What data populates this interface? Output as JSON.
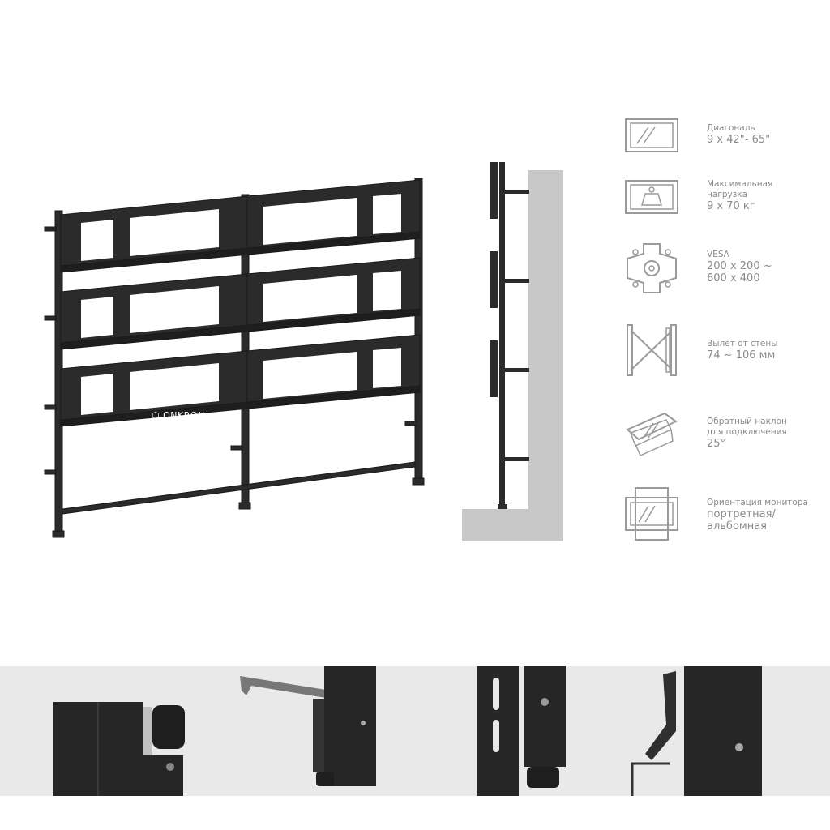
{
  "brand": {
    "logo_text": "ONKRON"
  },
  "specs": [
    {
      "icon": "screen-diagonal-icon",
      "title": "Диагональ",
      "value": "9 x 42\"- 65\""
    },
    {
      "icon": "weight-icon",
      "title": "Максимальная нагрузка",
      "title_lines": [
        "Максимальная",
        "нагрузка"
      ],
      "value": "9 x 70 кг"
    },
    {
      "icon": "vesa-icon",
      "title": "VESA",
      "value_lines": [
        "200 x 200 ~",
        "600 x 400"
      ]
    },
    {
      "icon": "wall-offset-icon",
      "title": "Вылет от стены",
      "value": "74 ~ 106 мм"
    },
    {
      "icon": "tilt-icon",
      "title_lines": [
        "Обратный наклон",
        "для подключения"
      ],
      "value": "25°"
    },
    {
      "icon": "orientation-icon",
      "title": "Ориентация монитора",
      "value_lines": [
        "портретная/",
        "альбомная"
      ]
    }
  ],
  "colors": {
    "frame": "#2b2b2b",
    "wall": "#c8c8c8",
    "text": "#8a8a8a",
    "strip": "#e9e9e9"
  }
}
